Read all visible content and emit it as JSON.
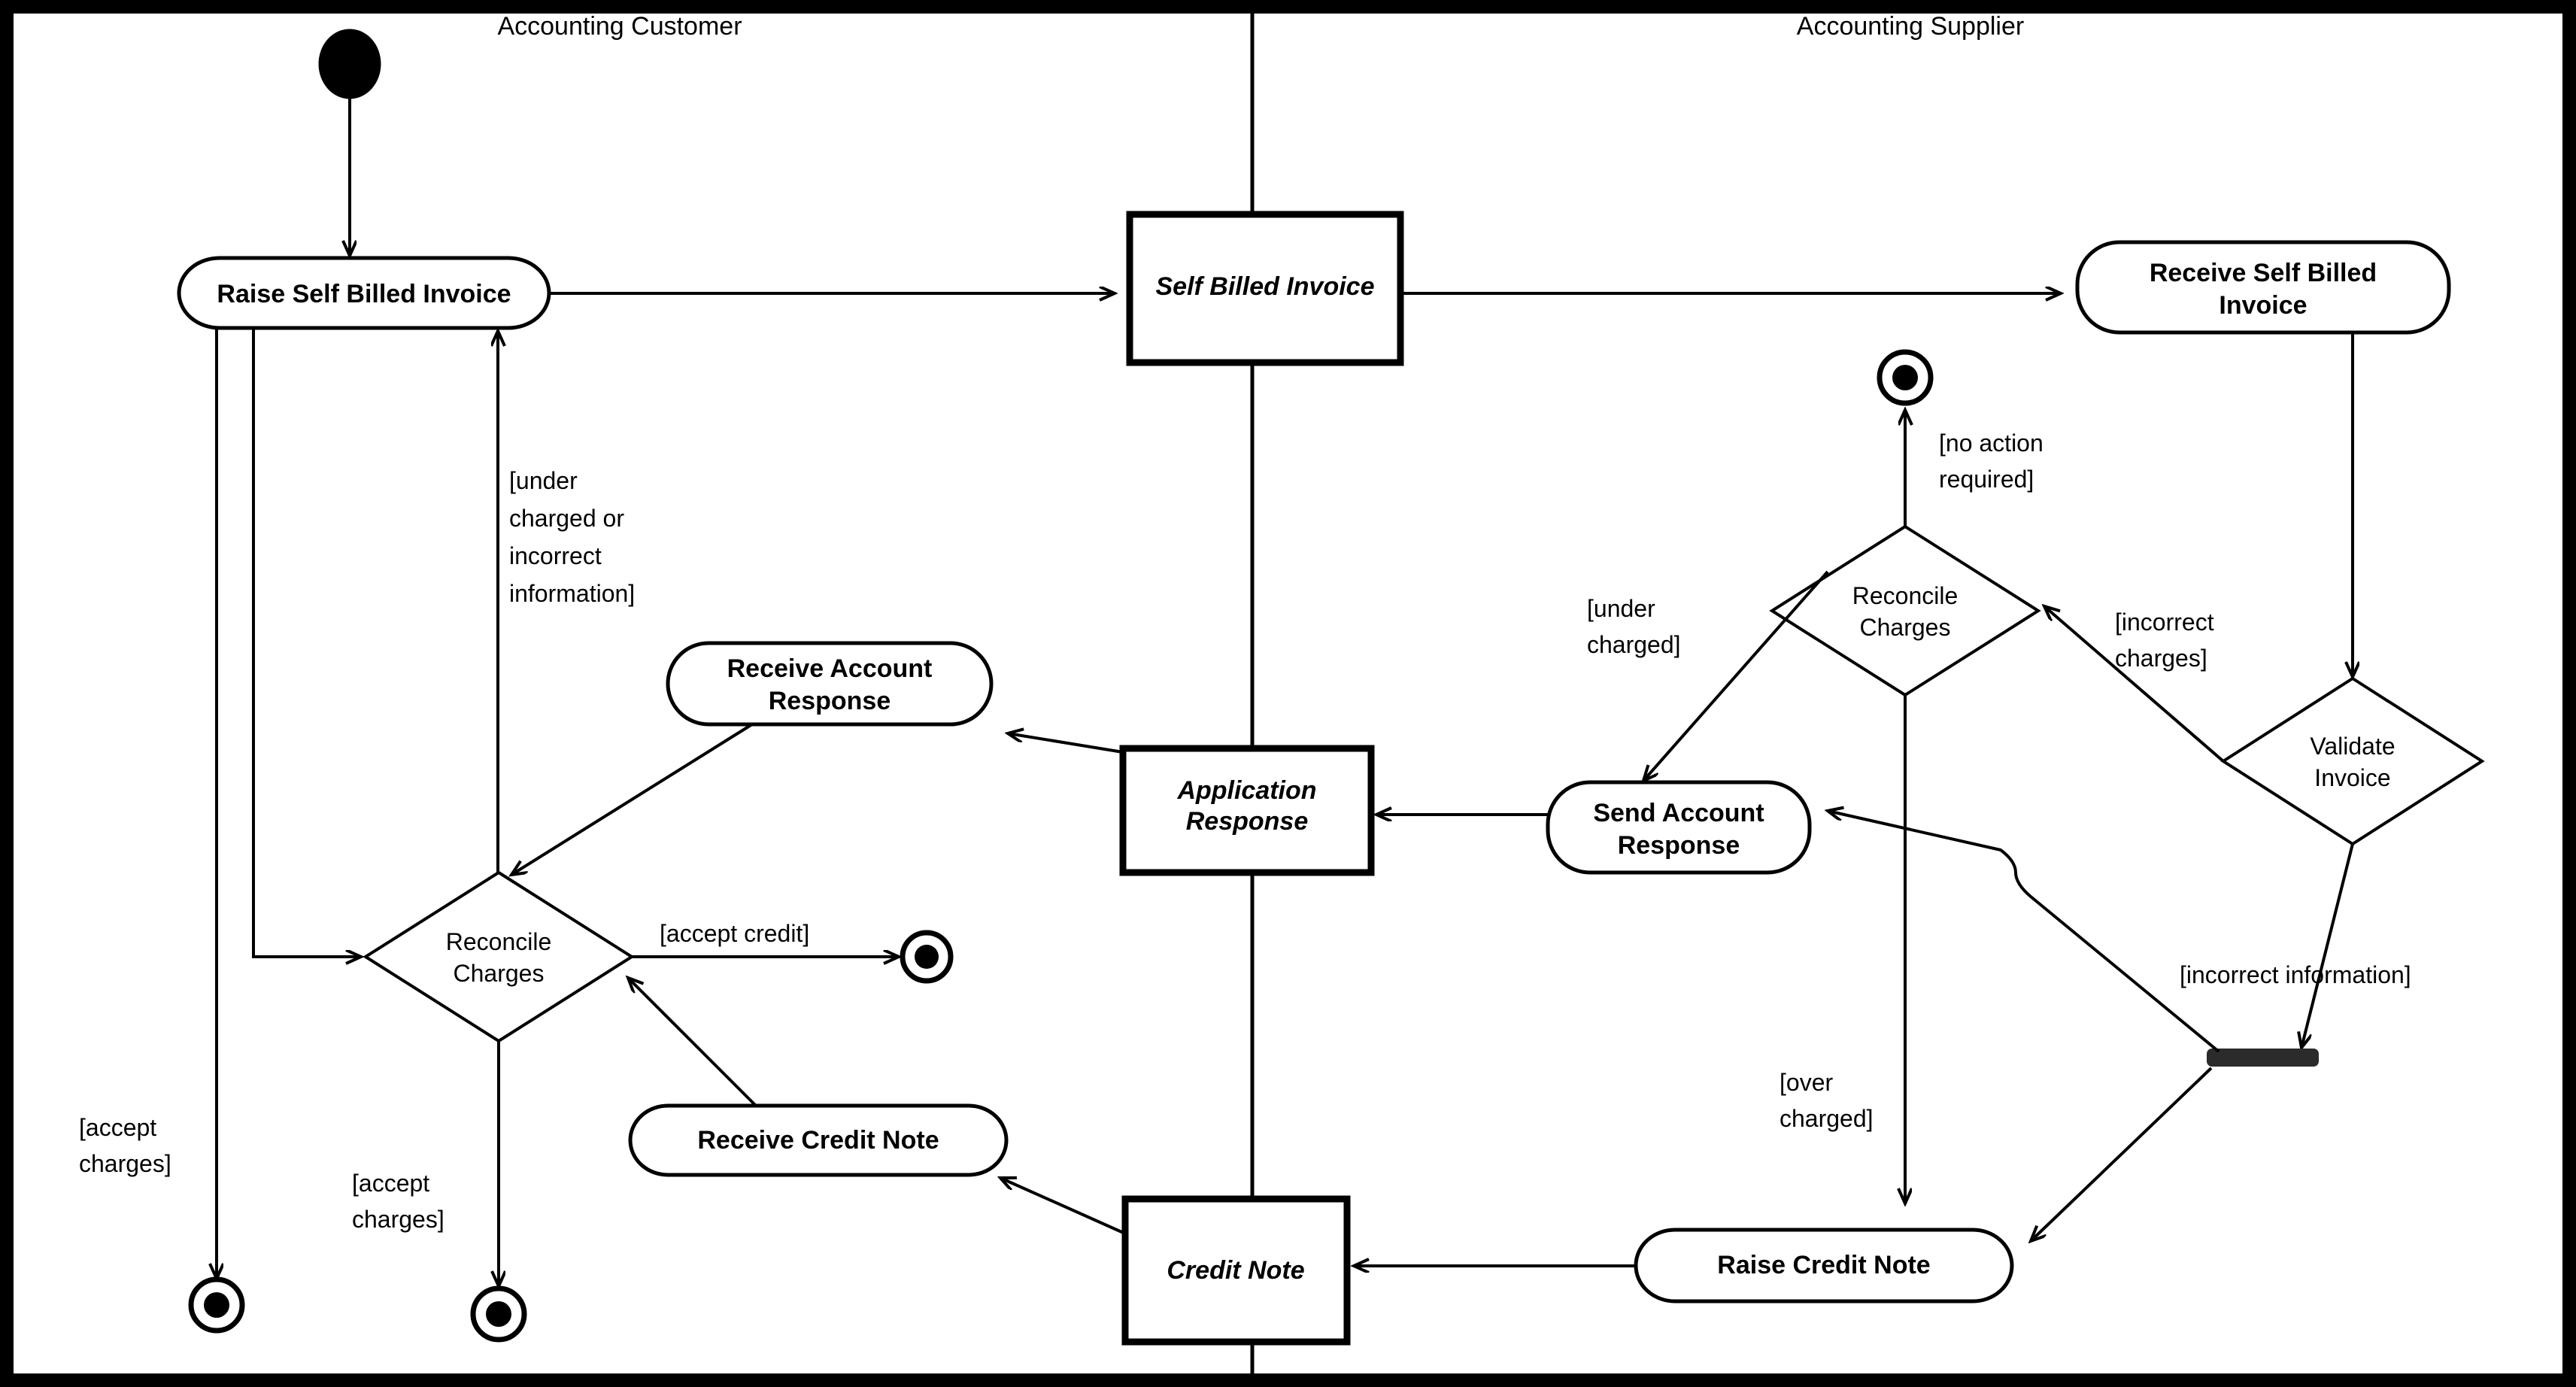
{
  "diagram": {
    "title": "Self Billing Activity Diagram",
    "type": "uml-activity-diagram",
    "background": "#ffffff",
    "line_color": "#000000",
    "fork_bar_color": "#2b2b2b"
  },
  "lanes": [
    {
      "id": "customer",
      "label": "Accounting Customer"
    },
    {
      "id": "supplier",
      "label": "Accounting Supplier"
    }
  ],
  "nodes": {
    "start": {
      "kind": "initial-node",
      "lane": "customer"
    },
    "raise_self_billed_invoice": {
      "kind": "action",
      "lane": "customer",
      "label": "Raise Self Billed Invoice"
    },
    "self_billed_invoice_obj": {
      "kind": "object",
      "lane": "boundary",
      "label": "Self Billed Invoice"
    },
    "receive_self_billed_invoice": {
      "kind": "action",
      "lane": "supplier",
      "label_line1": "Receive Self Billed",
      "label_line2": "Invoice"
    },
    "supplier_end_no_action": {
      "kind": "final-node",
      "lane": "supplier"
    },
    "reconcile_charges_supplier": {
      "kind": "decision",
      "lane": "supplier",
      "label_line1": "Reconcile",
      "label_line2": "Charges"
    },
    "validate_invoice": {
      "kind": "decision",
      "lane": "supplier",
      "label_line1": "Validate",
      "label_line2": "Invoice"
    },
    "send_account_response": {
      "kind": "action",
      "lane": "supplier",
      "label_line1": "Send Account",
      "label_line2": "Response"
    },
    "merge_bar": {
      "kind": "merge-bar",
      "lane": "supplier"
    },
    "raise_credit_note": {
      "kind": "action",
      "lane": "supplier",
      "label": "Raise Credit Note"
    },
    "application_response_obj": {
      "kind": "object",
      "lane": "boundary",
      "label_line1": "Application",
      "label_line2": "Response"
    },
    "credit_note_obj": {
      "kind": "object",
      "lane": "boundary",
      "label": "Credit Note"
    },
    "receive_account_response": {
      "kind": "action",
      "lane": "customer",
      "label_line1": "Receive Account",
      "label_line2": "Response"
    },
    "receive_credit_note": {
      "kind": "action",
      "lane": "customer",
      "label": "Receive Credit Note"
    },
    "reconcile_charges_customer": {
      "kind": "decision",
      "lane": "customer",
      "label_line1": "Reconcile",
      "label_line2": "Charges"
    },
    "customer_end_accept_charges_a": {
      "kind": "final-node",
      "lane": "customer"
    },
    "customer_end_accept_charges_b": {
      "kind": "final-node",
      "lane": "customer"
    },
    "customer_end_accept_credit": {
      "kind": "final-node",
      "lane": "customer"
    }
  },
  "guards": {
    "under_charged_or_incorrect_information": "[under\ncharged or\nincorrect\ninformation]",
    "under_charged_or_incorrect_information_lines": [
      "[under",
      "charged or",
      "incorrect",
      "information]"
    ],
    "accept_charges_left": [
      "[accept",
      "charges]"
    ],
    "accept_charges_mid": [
      "[accept",
      "charges]"
    ],
    "accept_credit": "[accept credit]",
    "no_action_required": [
      "[no action",
      "required]"
    ],
    "under_charged": [
      "[under",
      "charged]"
    ],
    "incorrect_charges": [
      "[incorrect",
      "charges]"
    ],
    "over_charged": [
      "[over",
      "charged]"
    ],
    "incorrect_information": "[incorrect information]"
  },
  "edges": [
    {
      "from": "start",
      "to": "raise_self_billed_invoice",
      "guard": ""
    },
    {
      "from": "raise_self_billed_invoice",
      "to": "self_billed_invoice_obj",
      "guard": ""
    },
    {
      "from": "self_billed_invoice_obj",
      "to": "receive_self_billed_invoice",
      "guard": ""
    },
    {
      "from": "raise_self_billed_invoice",
      "to": "customer_end_accept_charges_a",
      "guard": "[accept charges]"
    },
    {
      "from": "raise_self_billed_invoice",
      "to": "reconcile_charges_customer",
      "guard": ""
    },
    {
      "from": "reconcile_charges_customer",
      "to": "raise_self_billed_invoice",
      "guard": "[under charged or incorrect information]"
    },
    {
      "from": "reconcile_charges_customer",
      "to": "customer_end_accept_charges_b",
      "guard": "[accept charges]"
    },
    {
      "from": "reconcile_charges_customer",
      "to": "customer_end_accept_credit",
      "guard": "[accept credit]"
    },
    {
      "from": "receive_account_response",
      "to": "reconcile_charges_customer",
      "guard": ""
    },
    {
      "from": "receive_credit_note",
      "to": "reconcile_charges_customer",
      "guard": ""
    },
    {
      "from": "application_response_obj",
      "to": "receive_account_response",
      "guard": ""
    },
    {
      "from": "credit_note_obj",
      "to": "receive_credit_note",
      "guard": ""
    },
    {
      "from": "send_account_response",
      "to": "application_response_obj",
      "guard": ""
    },
    {
      "from": "raise_credit_note",
      "to": "credit_note_obj",
      "guard": ""
    },
    {
      "from": "receive_self_billed_invoice",
      "to": "validate_invoice",
      "guard": ""
    },
    {
      "from": "validate_invoice",
      "to": "reconcile_charges_supplier",
      "guard": "[incorrect charges]"
    },
    {
      "from": "validate_invoice",
      "to": "merge_bar",
      "guard": "[incorrect information]"
    },
    {
      "from": "merge_bar",
      "to": "send_account_response",
      "guard": ""
    },
    {
      "from": "merge_bar",
      "to": "raise_credit_note",
      "guard": ""
    },
    {
      "from": "reconcile_charges_supplier",
      "to": "supplier_end_no_action",
      "guard": "[no action required]"
    },
    {
      "from": "reconcile_charges_supplier",
      "to": "send_account_response",
      "guard": "[under charged]"
    },
    {
      "from": "reconcile_charges_supplier",
      "to": "raise_credit_note",
      "guard": "[over charged]"
    }
  ]
}
